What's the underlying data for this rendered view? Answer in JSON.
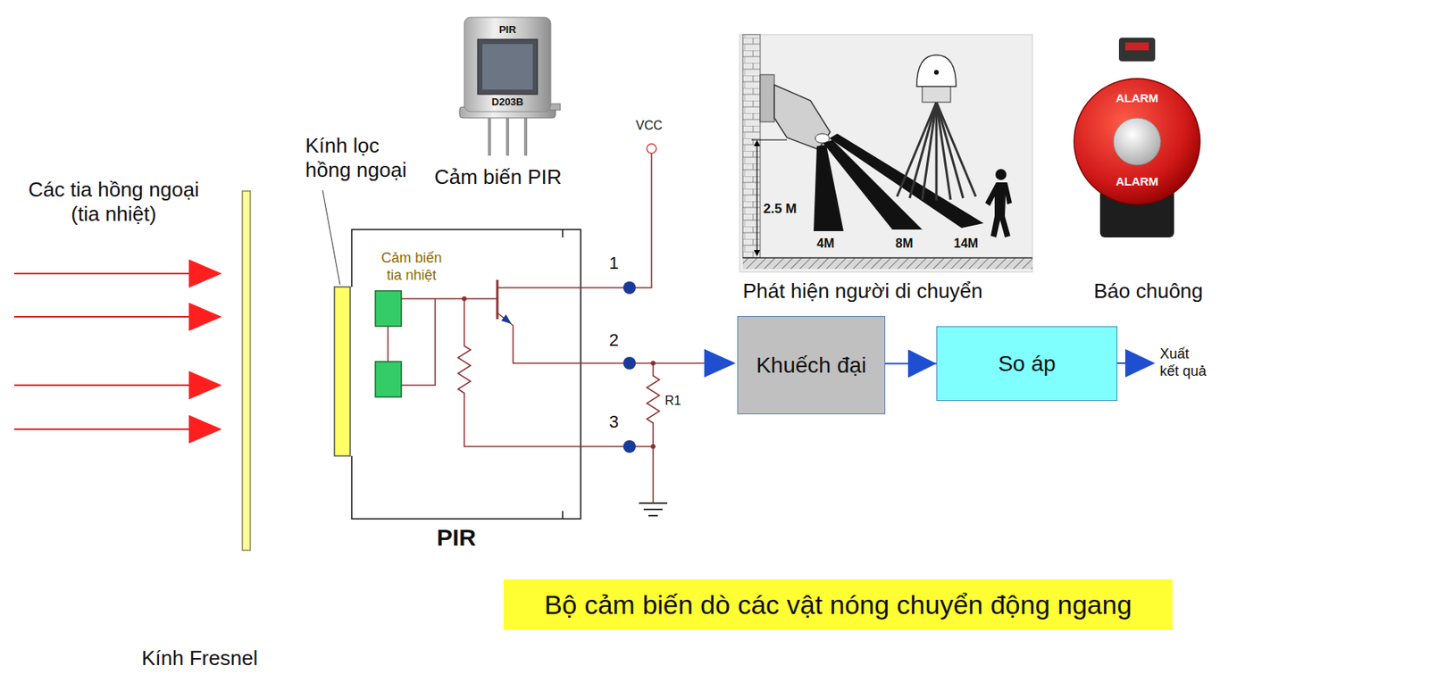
{
  "diagram": {
    "caption": "Bộ cảm biến dò các vật nóng chuyển động ngang",
    "nodes": [
      {
        "text": [
          "Khuếch đại"
        ]
      },
      {
        "text": [
          "So áp"
        ]
      }
    ],
    "edges": [
      {
        "from": 0,
        "to": 1,
        "arrow": "to"
      }
    ],
    "labels": [
      "Các tia hồng ngoại (tia nhiệt)",
      "Kính lọc hồng ngoại",
      "Cảm biến tia nhiệt",
      "Cảm biến PIR",
      "PIR",
      "D203B",
      "VCC",
      "1",
      "2",
      "3",
      "R1",
      "PIR",
      "Kính Fresnel",
      "2.5 M",
      "4M",
      "8M",
      "14M",
      "Phát hiện người di chuyển",
      "ALARM",
      "ALARM",
      "Báo chuông",
      "Xuất kết quả"
    ]
  }
}
